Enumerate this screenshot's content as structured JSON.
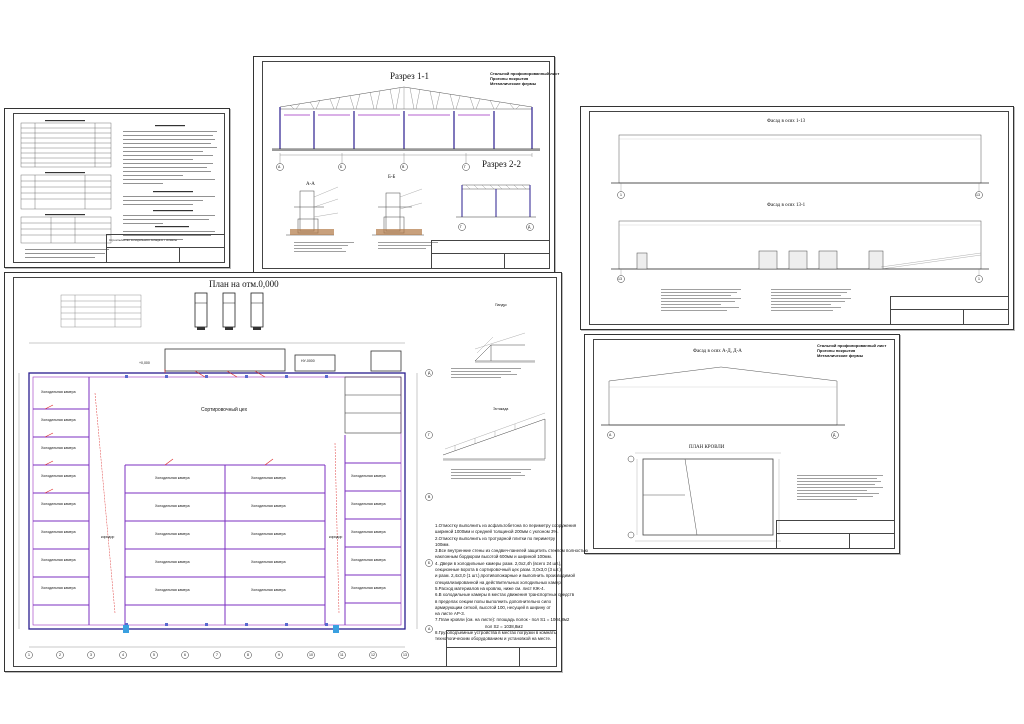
{
  "sheets": {
    "general_data": {
      "stamp_line": "Строительство холодильного склада в г. Алматы"
    },
    "sections": {
      "title_1": "Разрез 1-1",
      "title_2": "Разрез 2-2",
      "roof_legend": [
        "Стальной профилированный лист",
        "Прогоны покрытия",
        "Металлические фермы"
      ],
      "section_aa": "А-А",
      "section_bb": "Б-Б",
      "axes": [
        "А",
        "Б",
        "В",
        "Г"
      ],
      "axes_2": [
        "Г",
        "Д"
      ]
    },
    "facades": {
      "title_1": "Фасад в осях 1-13",
      "title_2": "Фасад в осях 13-1",
      "axis_left_1": "1",
      "axis_right_1": "13",
      "axis_left_2": "13",
      "axis_right_2": "1"
    },
    "roof_plan": {
      "facade_title": "Фасад в осях А-Д, Д-А",
      "roof_legend": [
        "Стальной профилированный лист",
        "Прогоны покрытия",
        "Металлические фермы"
      ],
      "plan_title": "ПЛАН КРОВЛИ",
      "axes": [
        "А",
        "Д"
      ]
    },
    "floor_plan": {
      "title": "План на отм.0,000",
      "hall_label": "Сортировочный цех",
      "cold_room_label": "Холодильная камера",
      "corridor_label": "коридор",
      "ramp_label_1": "Пандус",
      "ramp_label_2": "Эстакада",
      "top_label": "НУ-0000",
      "plus_label": "+0,000",
      "axes_h": [
        "1",
        "2",
        "3",
        "4",
        "5",
        "6",
        "7",
        "8",
        "9",
        "10",
        "11",
        "12",
        "13"
      ],
      "axes_v": [
        "Д",
        "Г",
        "В",
        "Б",
        "А"
      ],
      "notes": [
        "1.Отмостку выполнить из асфальтобетона по периметру сооружения",
        "шириной 1000мм и средней толщиной 200мм с уклоном 3%.",
        "2.Отмостку выполнить из тротуарной плитки по периметру",
        "100мм.",
        "3.Все внутренние стены из сэндвич-панелей защитить стеклом полностью",
        "наклонным бордюром высотой 600мм и шириной 100мм.",
        "4. Двери в холодильные камеры разм. 2,0х2,4h (всего 24 шт.),",
        "секционные ворота в сортировочный цех разм. 3,0х3,0 (3 шт.)",
        "и разм. 2,4х3,0 (1 шт.),противопожарные и выполнить производимой",
        "специализированной на действительных холодильных камер.",
        "5.Расход материалов на кровлю, ниже см. лист КЖ-4.",
        "6.В холодильные камеры в местах движения транспортных средств",
        "в пределах секции полы выполнить дополнительно сило",
        "армирующим сеткой, высотой 100, несущей в ширину от",
        "на листе АР-3.",
        "7.План кровли (см. на листе): площадь полок - пол S1 = 1004,8м2",
        "пол S2 = 1038,8м2",
        "8.Грузоподъемные устройства в местах погрузки в комнаты",
        "технологическим оборудованием и установкой на месте."
      ]
    }
  }
}
